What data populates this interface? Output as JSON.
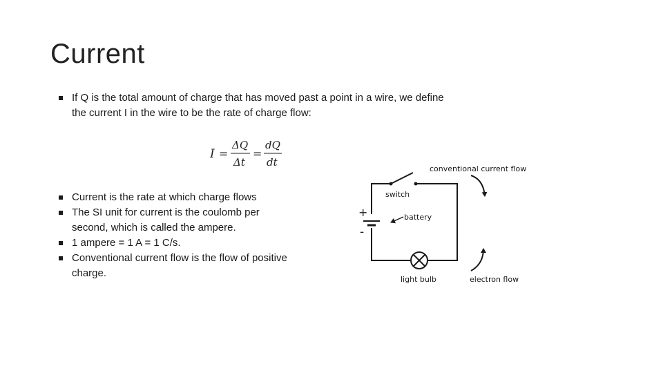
{
  "slide": {
    "title": "Current",
    "intro_bullets": [
      "If Q is the total amount of charge that has moved past a point in a wire, we define the current I in the wire to be the rate of charge flow:"
    ],
    "formula": {
      "lhs": "I",
      "eq1": "=",
      "num1": "ΔQ",
      "den1": "Δt",
      "eq2": "=",
      "num2": "dQ",
      "den2": "dt"
    },
    "bullets": [
      "Current is the rate at which charge flows",
      "The SI unit for current is the coulomb per second, which is called the ampere.",
      "1 ampere = 1 A = 1 C/s.",
      "Conventional current flow is the flow of positive charge."
    ]
  },
  "diagram": {
    "labels": {
      "conventional": "conventional current flow",
      "switch": "switch",
      "battery": "battery",
      "plus": "+",
      "minus": "-",
      "light_bulb": "light bulb",
      "electron_flow": "electron flow"
    }
  }
}
